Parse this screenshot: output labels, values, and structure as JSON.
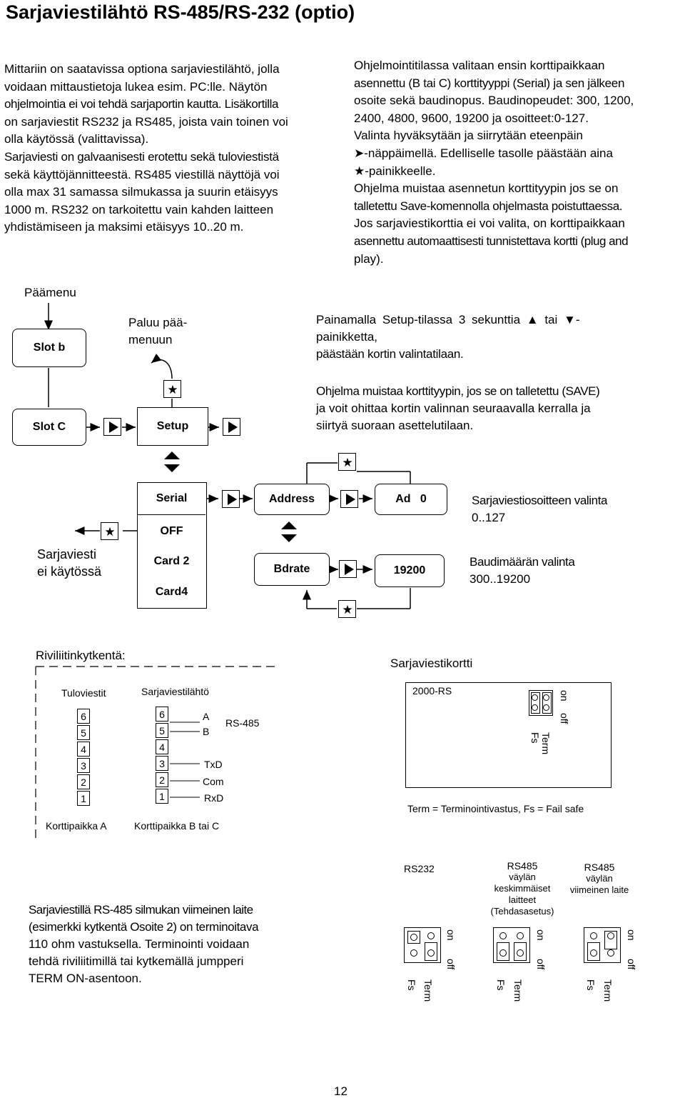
{
  "title": "Sarjaviestilähtö RS-485/RS-232 (optio)",
  "intro_left": [
    "Mittariin on saatavissa optiona sarjaviestilähtö, jolla",
    "voidaan mittaustietoja lukea esim. PC:lle. Näytön",
    "ohjelmointia ei voi tehdä sarjaportin kautta. Lisäkortilla",
    "on sarjaviestit RS232 ja RS485, joista vain toinen voi",
    "olla käytössä (valittavissa).",
    "Sarjaviesti on galvaanisesti erotettu sekä tuloviestistä",
    "sekä käyttöjännitteestä. RS485 viestillä näyttöjä voi",
    "olla max 31 samassa silmukassa ja suurin etäisyys",
    "1000 m. RS232 on tarkoitettu vain kahden laitteen",
    "yhdistämiseen ja maksimi etäisyys 10..20 m."
  ],
  "intro_right": [
    "Ohjelmointitilassa valitaan ensin korttipaikkaan",
    "asennettu (B tai C) korttityyppi (Serial) ja sen jälkeen",
    "osoite sekä baudinopus. Baudinopeudet: 300, 1200,",
    "2400, 4800, 9600, 19200 ja osoitteet:0-127.",
    "Valinta hyväksytään ja siirrytään eteenpäin",
    "➤-näppäimellä. Edelliselle tasolle päästään aina",
    "★-painikkeelle.",
    "Ohjelma muistaa asennetun korttityypin jos se on",
    "talletettu Save-komennolla ohjelmasta poistuttaessa.",
    "Jos sarjaviestikorttia ei voi valita, on korttipaikkaan",
    "asennettu automaattisesti tunnistettava kortti (plug and",
    "play)."
  ],
  "flow": {
    "main_menu": "Päämenu",
    "slot_b": "Slot b",
    "slot_c": "Slot C",
    "return_label": [
      "Paluu pää-",
      "menuun"
    ],
    "setup": "Setup",
    "setup_note": [
      "Painamalla Setup-tilassa 3 sekunttia ▲ tai ▼-",
      "painikketta,",
      "päästään kortin valintatilaan."
    ],
    "save_note": [
      "Ohjelma muistaa korttityypin, jos se on talletettu (SAVE)",
      "ja voit ohittaa kortin valinnan seuraavalla kerralla ja",
      "siirtyä suoraan asettelutilaan."
    ],
    "options": [
      "Serial",
      "OFF",
      "Card 2",
      "Card4"
    ],
    "address": "Address",
    "ad_value": "Ad   0",
    "bdrate": "Bdrate",
    "baud_value": "19200",
    "serial_off": [
      "Sarjaviesti",
      "ei käytössä"
    ],
    "addr_label": [
      "Sarjaviestiosoitteen valinta",
      "0..127"
    ],
    "baud_label": [
      "Baudimäärän valinta",
      "300..19200"
    ]
  },
  "wiring": {
    "title": "Riviliitinkytkentä:",
    "inputs": "Tuloviestit",
    "serial_out": "Sarjaviestilähtö",
    "numbers": [
      "6",
      "5",
      "4",
      "3",
      "2",
      "1"
    ],
    "sig_a": "A",
    "sig_b": "B",
    "rs485": "RS-485",
    "txd": "TxD",
    "com": "Com",
    "rxd": "RxD",
    "slot_a": "Korttipaikka A",
    "slot_bc": "Korttipaikka B tai C"
  },
  "card": {
    "title": "Sarjaviestikortti",
    "model": "2000-RS",
    "on": "on",
    "off": "off",
    "term": "Term",
    "fs": "Fs",
    "legend": "Term = Terminointivastus, Fs = Fail safe"
  },
  "jumpers": {
    "rs232": "RS232",
    "rs485_mid": [
      "RS485",
      "väylän",
      "keskimmäiset",
      "laitteet",
      "(Tehdasasetus)"
    ],
    "rs485_last": [
      "RS485",
      "väylän",
      "viimeinen laite"
    ],
    "on": "on",
    "off": "off",
    "fs": "Fs",
    "term": "Term"
  },
  "termination_note": [
    "Sarjaviestillä RS-485 silmukan viimeinen laite",
    "(esimerkki kytkentä Osoite 2) on terminoitava",
    "110 ohm vastuksella. Terminointi voidaan",
    "tehdä riviliitimillä tai kytkemällä jumpperi",
    "TERM ON-asentoon."
  ],
  "page_number": "12"
}
